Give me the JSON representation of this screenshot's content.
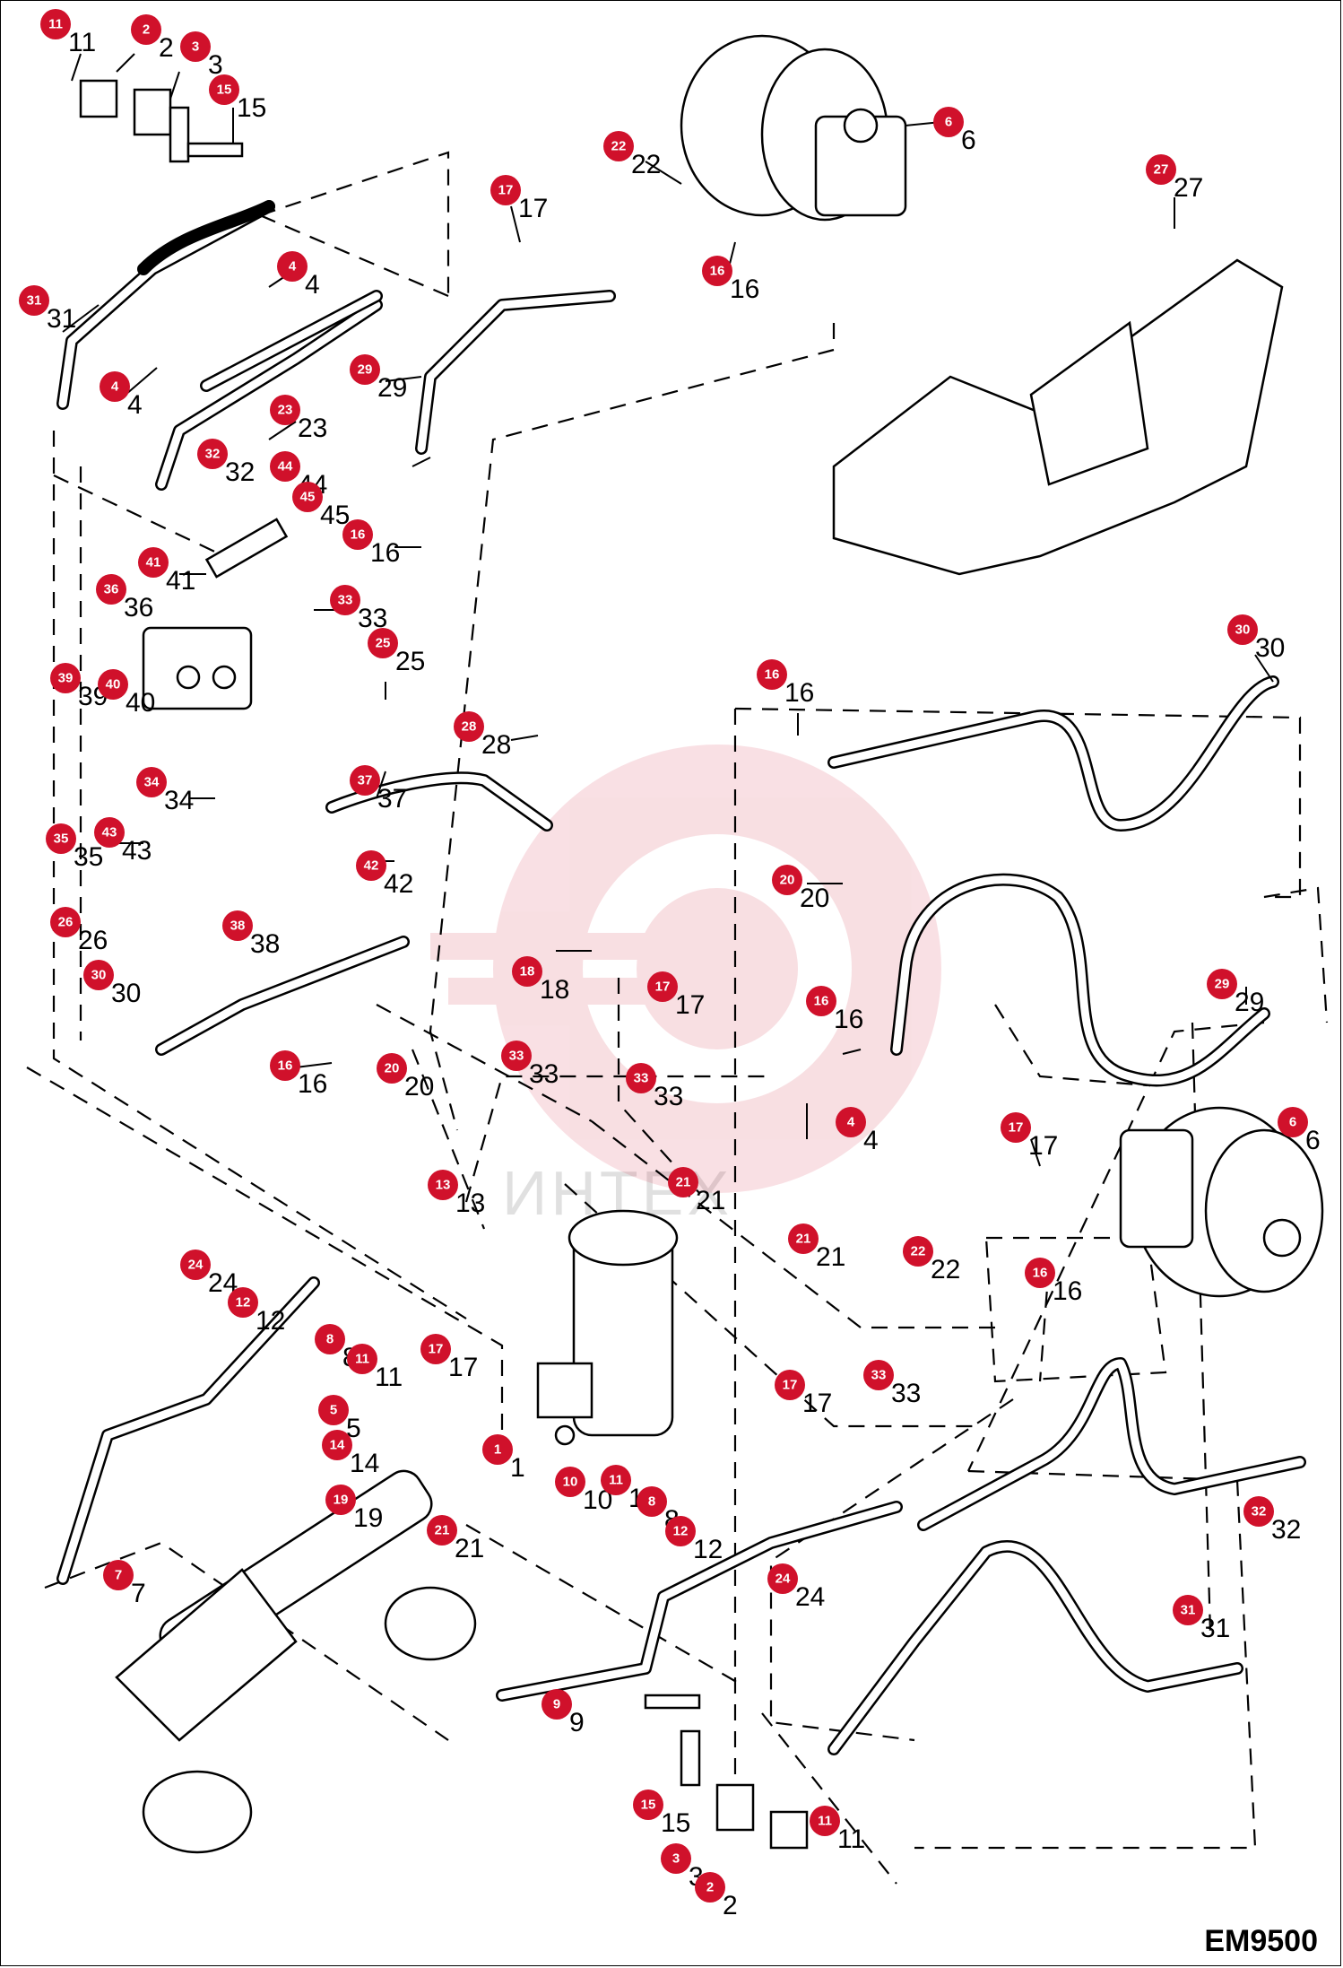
{
  "drawing_code": "EM9500",
  "watermark_text": "ИНТЕХ",
  "callouts": [
    {
      "id": "c1",
      "label": "11"
    },
    {
      "id": "c2",
      "label": "2"
    },
    {
      "id": "c3",
      "label": "3"
    },
    {
      "id": "c4",
      "label": "15"
    },
    {
      "id": "c5",
      "label": "6"
    },
    {
      "id": "c6",
      "label": "22"
    },
    {
      "id": "c7",
      "label": "17"
    },
    {
      "id": "c8",
      "label": "16"
    },
    {
      "id": "c9",
      "label": "27"
    },
    {
      "id": "c10",
      "label": "4"
    },
    {
      "id": "c11",
      "label": "31"
    },
    {
      "id": "c12",
      "label": "4"
    },
    {
      "id": "c13",
      "label": "29"
    },
    {
      "id": "c14",
      "label": "23"
    },
    {
      "id": "c15",
      "label": "32"
    },
    {
      "id": "c16",
      "label": "44"
    },
    {
      "id": "c17",
      "label": "45"
    },
    {
      "id": "c18",
      "label": "16"
    },
    {
      "id": "c19",
      "label": "41"
    },
    {
      "id": "c20",
      "label": "36"
    },
    {
      "id": "c21",
      "label": "33"
    },
    {
      "id": "c22",
      "label": "25"
    },
    {
      "id": "c23",
      "label": "39"
    },
    {
      "id": "c24",
      "label": "40"
    },
    {
      "id": "c25",
      "label": "28"
    },
    {
      "id": "c26",
      "label": "16"
    },
    {
      "id": "c27",
      "label": "30"
    },
    {
      "id": "c28",
      "label": "34"
    },
    {
      "id": "c29",
      "label": "37"
    },
    {
      "id": "c30",
      "label": "35"
    },
    {
      "id": "c31",
      "label": "43"
    },
    {
      "id": "c32",
      "label": "42"
    },
    {
      "id": "c33",
      "label": "20"
    },
    {
      "id": "c34",
      "label": "38"
    },
    {
      "id": "c35",
      "label": "26"
    },
    {
      "id": "c36",
      "label": "30"
    },
    {
      "id": "c37",
      "label": "18"
    },
    {
      "id": "c38",
      "label": "17"
    },
    {
      "id": "c39",
      "label": "16"
    },
    {
      "id": "c40",
      "label": "29"
    },
    {
      "id": "c41",
      "label": "16"
    },
    {
      "id": "c42",
      "label": "20"
    },
    {
      "id": "c43",
      "label": "33"
    },
    {
      "id": "c44",
      "label": "33"
    },
    {
      "id": "c45",
      "label": "4"
    },
    {
      "id": "c46",
      "label": "17"
    },
    {
      "id": "c47",
      "label": "6"
    },
    {
      "id": "c48",
      "label": "13"
    },
    {
      "id": "c49",
      "label": "21"
    },
    {
      "id": "c50",
      "label": "22"
    },
    {
      "id": "c51",
      "label": "21"
    },
    {
      "id": "c52",
      "label": "16"
    },
    {
      "id": "c53",
      "label": "24"
    },
    {
      "id": "c54",
      "label": "12"
    },
    {
      "id": "c55",
      "label": "8"
    },
    {
      "id": "c56",
      "label": "11"
    },
    {
      "id": "c57",
      "label": "17"
    },
    {
      "id": "c58",
      "label": "33"
    },
    {
      "id": "c59",
      "label": "5"
    },
    {
      "id": "c60",
      "label": "17"
    },
    {
      "id": "c61",
      "label": "1"
    },
    {
      "id": "c62",
      "label": "14"
    },
    {
      "id": "c63",
      "label": "10"
    },
    {
      "id": "c64",
      "label": "11"
    },
    {
      "id": "c65",
      "label": "19"
    },
    {
      "id": "c66",
      "label": "8"
    },
    {
      "id": "c67",
      "label": "32"
    },
    {
      "id": "c68",
      "label": "12"
    },
    {
      "id": "c69",
      "label": "21"
    },
    {
      "id": "c70",
      "label": "7"
    },
    {
      "id": "c71",
      "label": "24"
    },
    {
      "id": "c72",
      "label": "31"
    },
    {
      "id": "c73",
      "label": "9"
    },
    {
      "id": "c74",
      "label": "15"
    },
    {
      "id": "c75",
      "label": "11"
    },
    {
      "id": "c76",
      "label": "3"
    },
    {
      "id": "c77",
      "label": "2"
    }
  ]
}
